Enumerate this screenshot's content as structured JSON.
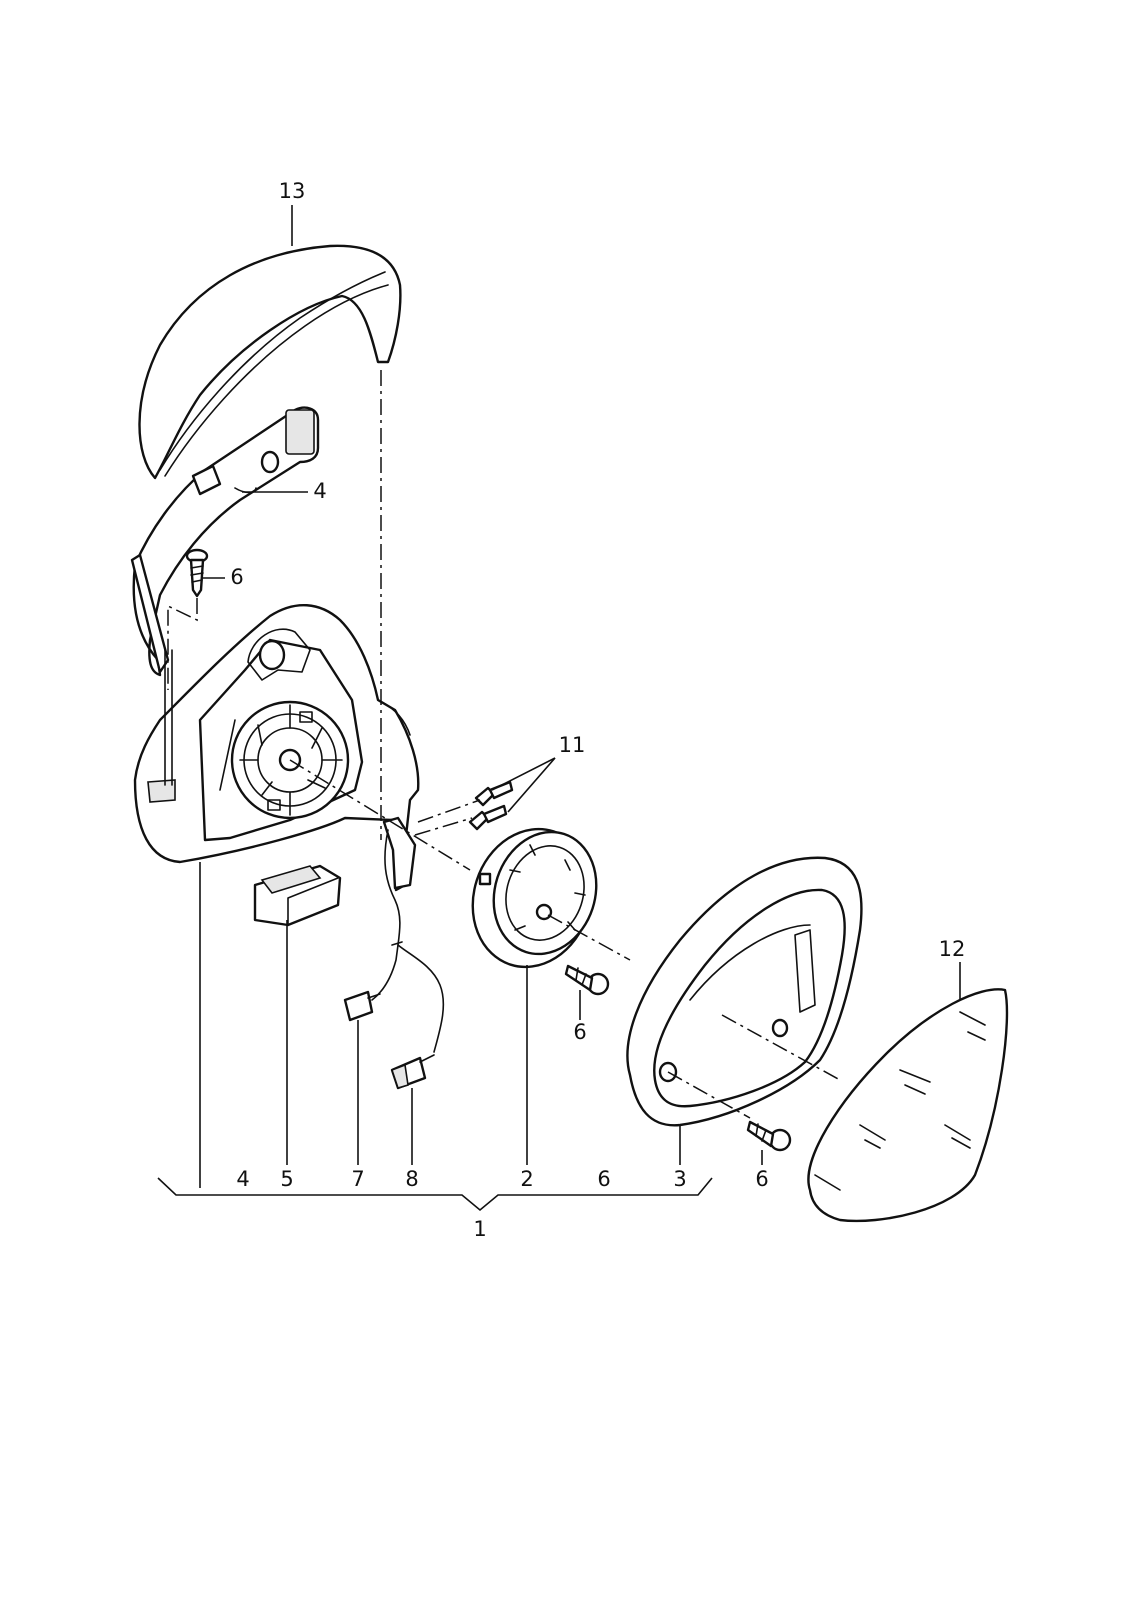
{
  "callouts": {
    "c13": "13",
    "c4_upper": "4",
    "c6_upper": "6",
    "c11": "11",
    "c12": "12",
    "c6_motor": "6",
    "c6_glass": "6",
    "c4_bottom": "4",
    "c5": "5",
    "c7": "7",
    "c8": "8",
    "c2": "2",
    "c6_bottom": "6",
    "c3": "3",
    "c1": "1"
  }
}
